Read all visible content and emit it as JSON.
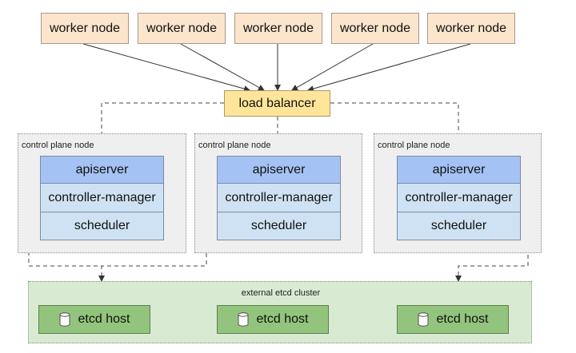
{
  "workers": [
    {
      "label": "worker node"
    },
    {
      "label": "worker node"
    },
    {
      "label": "worker node"
    },
    {
      "label": "worker node"
    },
    {
      "label": "worker node"
    }
  ],
  "load_balancer": {
    "label": "load balancer"
  },
  "control_planes": [
    {
      "label": "control plane node",
      "components": [
        "apiserver",
        "controller-manager",
        "scheduler"
      ]
    },
    {
      "label": "control plane node",
      "components": [
        "apiserver",
        "controller-manager",
        "scheduler"
      ]
    },
    {
      "label": "control plane node",
      "components": [
        "apiserver",
        "controller-manager",
        "scheduler"
      ]
    }
  ],
  "etcd_cluster": {
    "label": "external etcd cluster",
    "hosts": [
      {
        "label": "etcd host",
        "icon": "database-icon"
      },
      {
        "label": "etcd host",
        "icon": "database-icon"
      },
      {
        "label": "etcd host",
        "icon": "database-icon"
      }
    ]
  },
  "colors": {
    "worker": "#fce5cd",
    "load_balancer": "#ffe599",
    "control_plane_bg": "#efefef",
    "apiserver": "#a4c2f4",
    "component": "#cfe2f3",
    "etcd_cluster_bg": "#d9ead3",
    "etcd_host": "#93c47d"
  }
}
